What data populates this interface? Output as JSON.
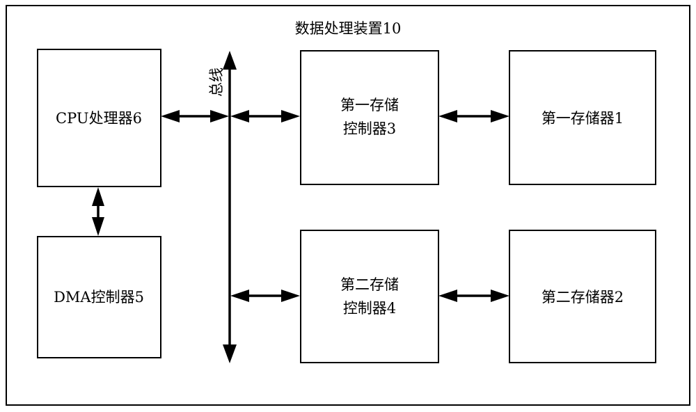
{
  "device": {
    "title": "数据处理装置10"
  },
  "bus": {
    "label": "总线"
  },
  "blocks": {
    "cpu": {
      "label": "CPU处理器6"
    },
    "dma": {
      "label": "DMA控制器5"
    },
    "mem_ctrl_1": {
      "line1": "第一存储",
      "line2": "控制器3"
    },
    "mem_ctrl_2": {
      "line1": "第二存储",
      "line2": "控制器4"
    },
    "memory_1": {
      "label": "第一存储器1"
    },
    "memory_2": {
      "label": "第二存储器2"
    }
  }
}
